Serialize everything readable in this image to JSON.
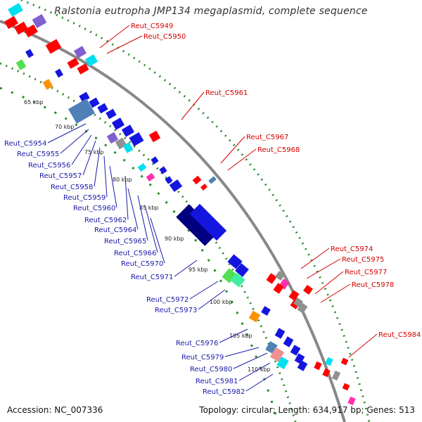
{
  "title": "Ralstonia eutropha JMP134 megaplasmid, complete sequence",
  "accession_text": "Accession: NC_007336",
  "summary_text": "Topology: circular; Length: 634,917 bp; Genes: 513",
  "ticks": [
    "65 kbp",
    "70 kbp",
    "75 kbp",
    "80 kbp",
    "85 kbp",
    "90 kbp",
    "95 kbp",
    "100 kbp",
    "105 kbp",
    "110 kbp"
  ],
  "forward_labels": [
    "Reut_C5949",
    "Reut_C5950",
    "Reut_C5961",
    "Reut_C5967",
    "Reut_C5968",
    "Reut_C5974",
    "Reut_C5975",
    "Reut_C5977",
    "Reut_C5978",
    "Reut_C5984"
  ],
  "reverse_labels": [
    "Reut_C5954",
    "Reut_C5955",
    "Reut_C5956",
    "Reut_C5957",
    "Reut_C5958",
    "Reut_C5959",
    "Reut_C5960",
    "Reut_C5962",
    "Reut_C5964",
    "Reut_C5965",
    "Reut_C5966",
    "Reut_C5970",
    "Reut_C5971",
    "Reut_C5972",
    "Reut_C5973",
    "Reut_C5976",
    "Reut_C5979",
    "Reut_C5980",
    "Reut_C5981",
    "Reut_C5982"
  ],
  "colors": {
    "forward_label": "#d40000",
    "reverse_label": "#1a1aa8",
    "backbone": "#888888",
    "dotted_track": "#2e8b2e",
    "gene_red": "#ff0000",
    "gene_blue": "#1515e0",
    "gene_cyan": "#00e0f0",
    "gene_purple": "#8060d0",
    "gene_green": "#50e050",
    "gene_orange": "#ff9000",
    "gene_magenta": "#ff30b0",
    "gene_steel": "#5080b8",
    "gene_gray": "#909090",
    "gene_navy": "#000080",
    "gene_olive": "#a0c040",
    "gene_pink": "#f09090",
    "gene_mint": "#40f0a0"
  }
}
